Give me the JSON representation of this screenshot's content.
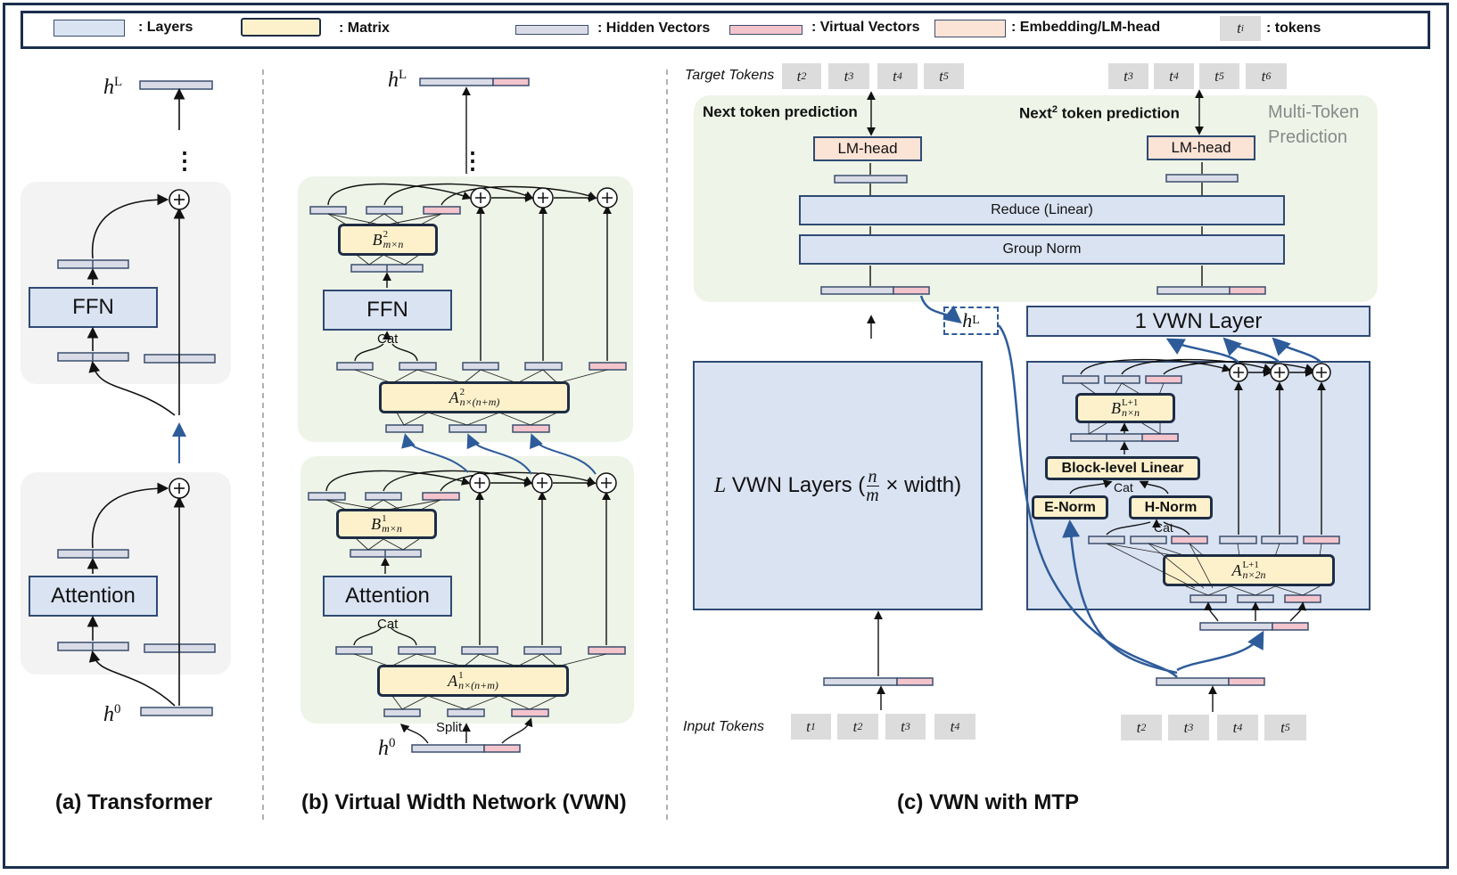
{
  "legend": {
    "layers": ": Layers",
    "matrix": ": Matrix",
    "hidden": ": Hidden Vectors",
    "virtual": ": Virtual Vectors",
    "embedding": ": Embedding/LM-head",
    "token_symbol": "t",
    "token_sub": "i",
    "tokens": ": tokens"
  },
  "panel_a": {
    "caption": "(a) Transformer",
    "ffn": "FFN",
    "attention": "Attention",
    "h": "h",
    "hL_sup": "L",
    "h0_sup": "0",
    "ellipsis": "⋮"
  },
  "panel_b": {
    "caption": "(b) Virtual Width Network (VWN)",
    "ffn": "FFN",
    "attention": "Attention",
    "cat": "Cat",
    "split": "Split",
    "b2_base": "B",
    "b2_sup": "2",
    "b2_sub": "m×n",
    "a2_base": "A",
    "a2_sup": "2",
    "a2_sub": "n×(n+m)",
    "b1_base": "B",
    "b1_sup": "1",
    "b1_sub": "m×n",
    "a1_base": "A",
    "a1_sup": "1",
    "a1_sub": "n×(n+m)"
  },
  "panel_c": {
    "caption": "(c) VWN with MTP",
    "target_tokens": "Target Tokens",
    "input_tokens": "Input Tokens",
    "next_pred": "Next token prediction",
    "next2_pred_a": "Next",
    "next2_sup": "2",
    "next2_pred_b": " token prediction",
    "mtp_label": "Multi-Token Prediction",
    "lm_head": "LM-head",
    "reduce": "Reduce (Linear)",
    "group_norm": "Group Norm",
    "vwn_layer": "1 VWN Layer",
    "l_vwn_L": "L",
    "l_vwn_text": " VWN Layers (",
    "l_vwn_n": "n",
    "l_vwn_m": "m",
    "l_vwn_tail": " × width)",
    "block_linear": "Block-level Linear",
    "e_norm": "E-Norm",
    "h_norm": "H-Norm",
    "cat": "Cat",
    "bL_base": "B",
    "bL_sup": "L+1",
    "bL_sub": "n×n",
    "aL_base": "A",
    "aL_sup": "L+1",
    "aL_sub": "n×2n",
    "target_left": [
      "2",
      "3",
      "4",
      "5"
    ],
    "target_right": [
      "3",
      "4",
      "5",
      "6"
    ],
    "input_left": [
      "1",
      "2",
      "3",
      "4"
    ],
    "input_right": [
      "2",
      "3",
      "4",
      "5"
    ]
  },
  "colors": {
    "layer_fill": "#dae3f2",
    "matrix_fill": "#fdf1cc",
    "hidden_fill": "#d9dce6",
    "virtual_fill": "#f4c4cc",
    "embedding_fill": "#fbe3d6",
    "token_fill": "#dcdcdc",
    "accent_blue": "#2e5c9a"
  }
}
